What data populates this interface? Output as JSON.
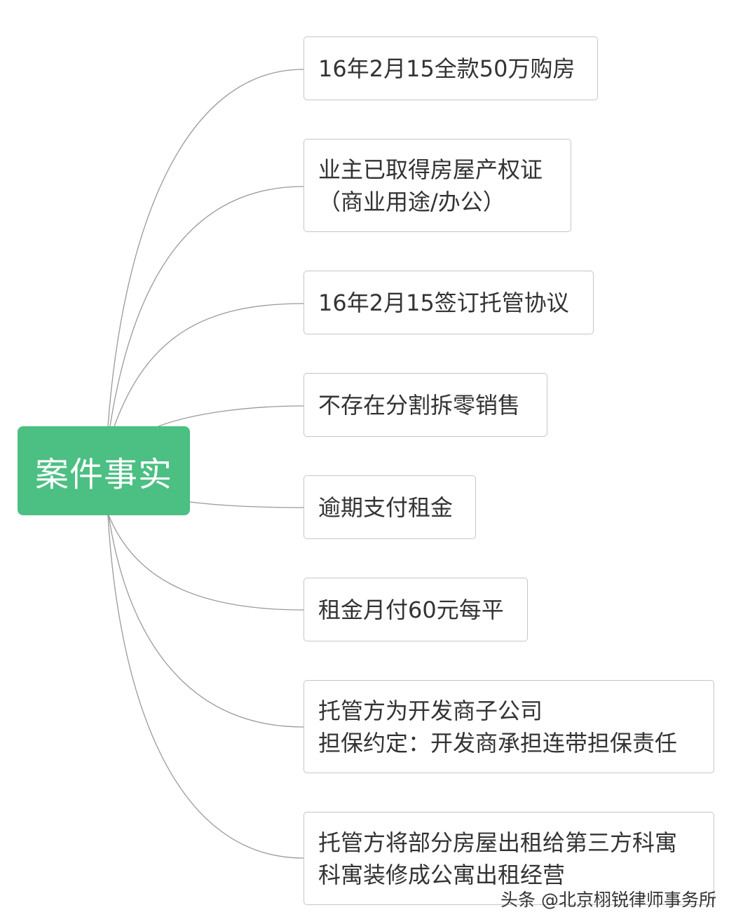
{
  "colors": {
    "root_fill": "#4cbf83",
    "connector": "#9a9a9a",
    "leaf_border": "#c6c6c6",
    "leaf_text": "#333333"
  },
  "root": {
    "label": "案件事实"
  },
  "branches": [
    {
      "lines": [
        "16年2月15全款50万购房"
      ]
    },
    {
      "lines": [
        "业主已取得房屋产权证",
        "（商业用途/办公）"
      ]
    },
    {
      "lines": [
        "16年2月15签订托管协议"
      ]
    },
    {
      "lines": [
        "不存在分割拆零销售"
      ]
    },
    {
      "lines": [
        "逾期支付租金"
      ]
    },
    {
      "lines": [
        "租金月付60元每平"
      ]
    },
    {
      "lines": [
        "托管方为开发商子公司",
        "担保约定：开发商承担连带担保责任"
      ]
    },
    {
      "lines": [
        "托管方将部分房屋出租给第三方科寓",
        "科寓装修成公寓出租经营"
      ]
    }
  ],
  "watermark": "头条 @北京栩锐律师事务所"
}
